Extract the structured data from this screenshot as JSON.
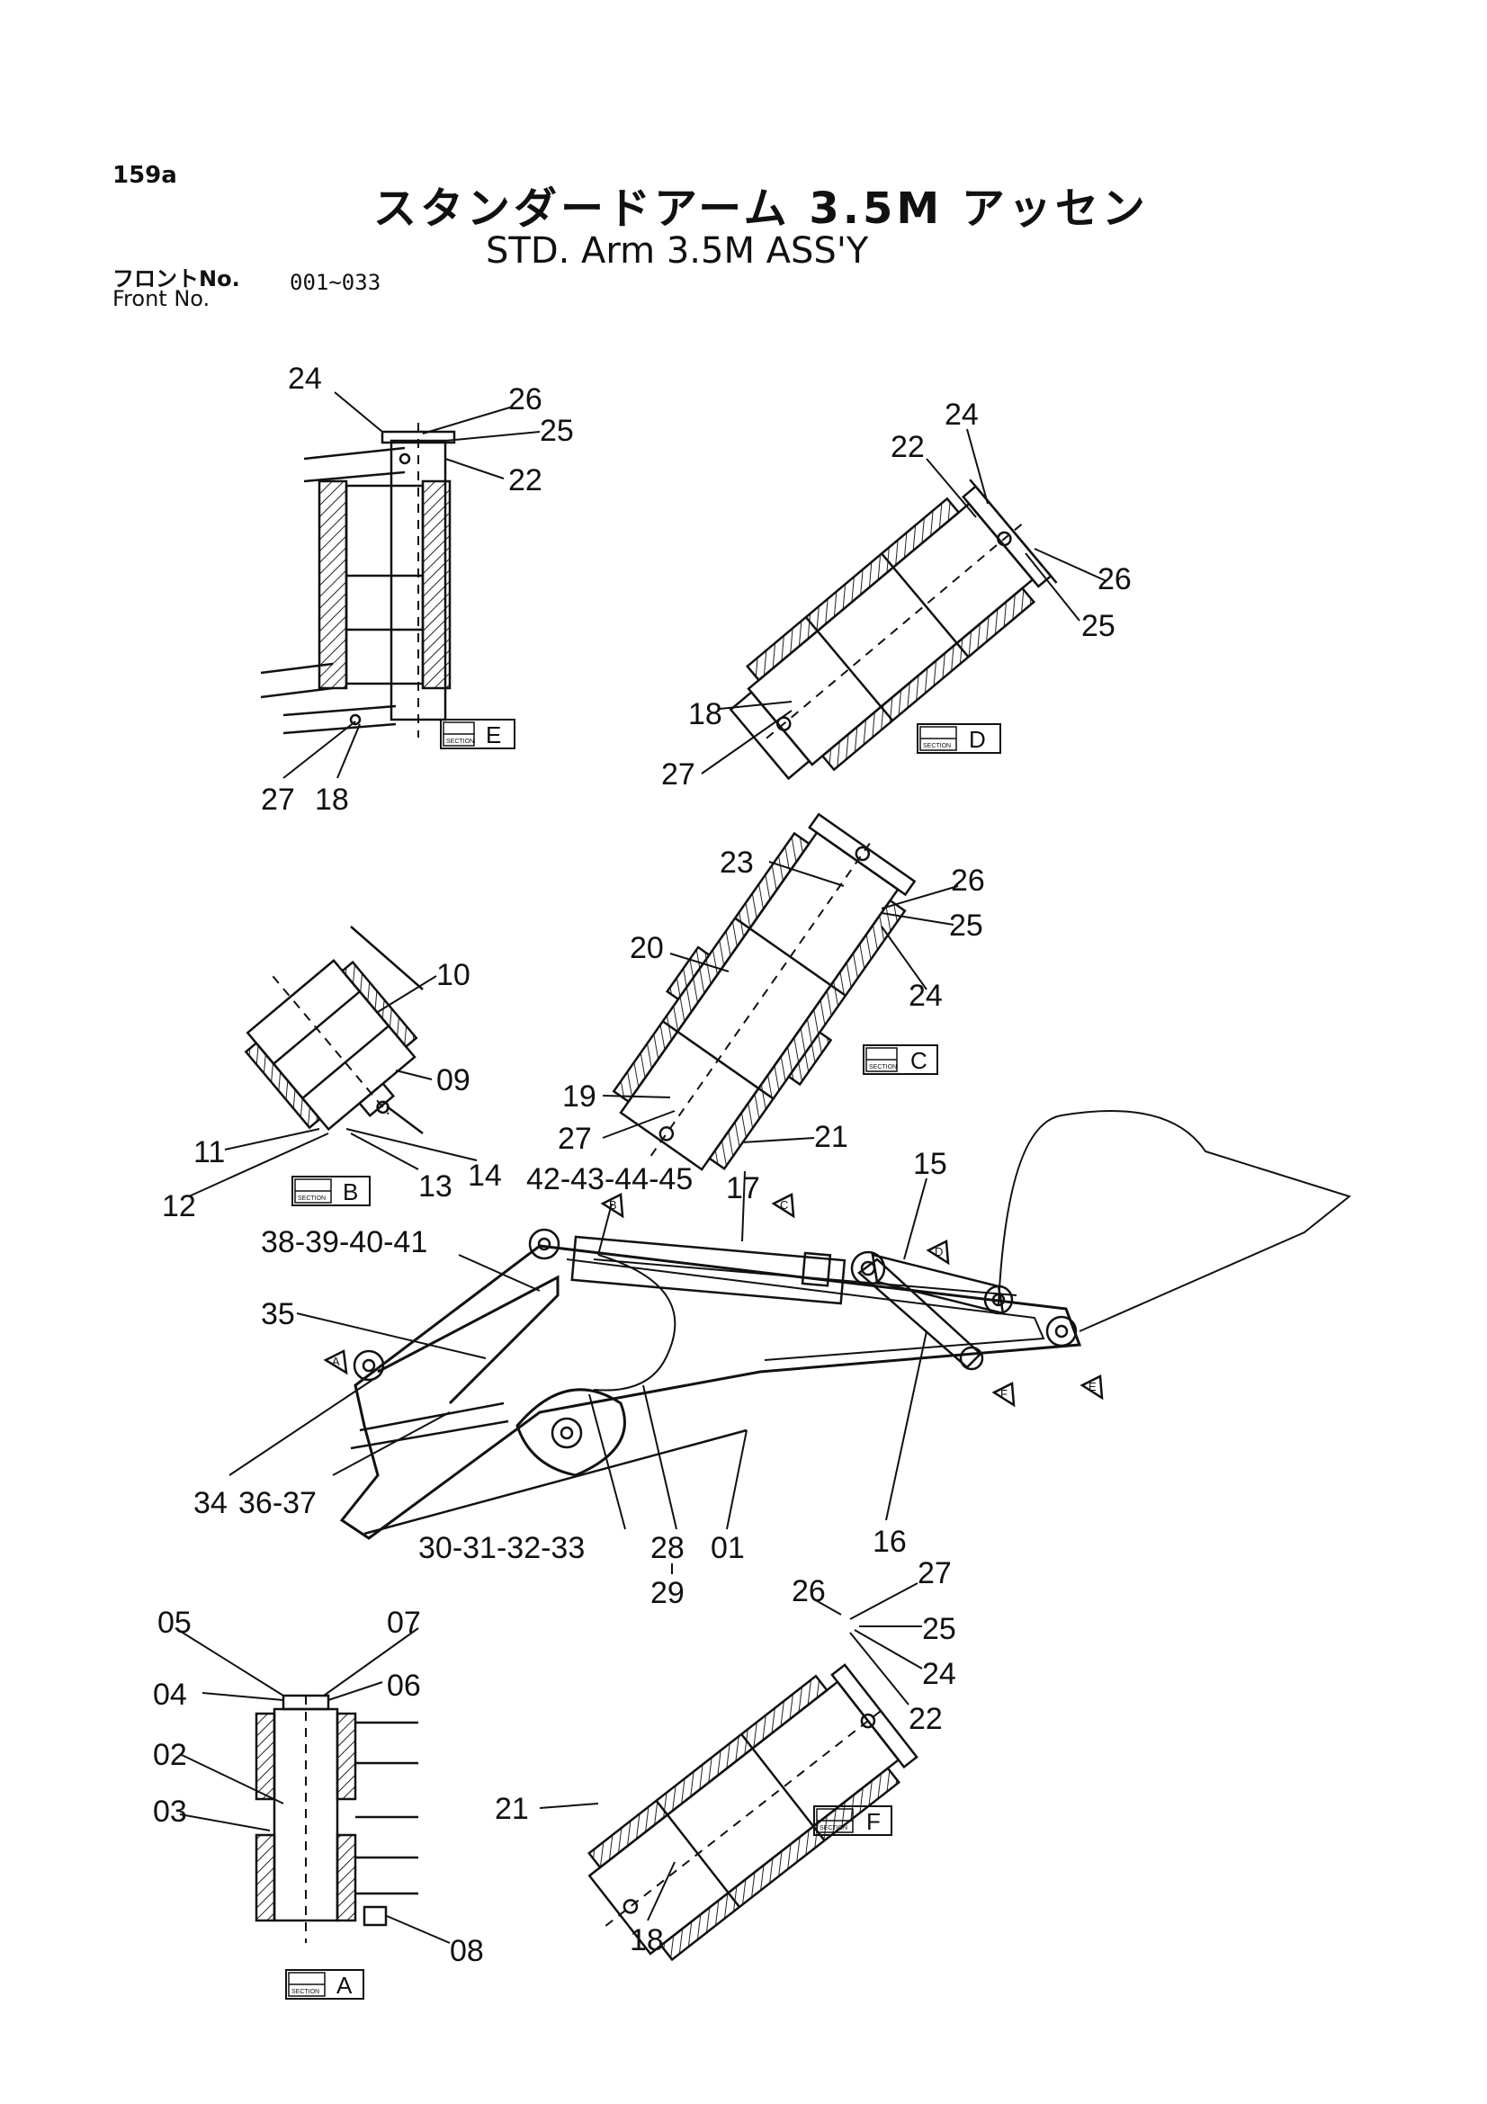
{
  "header": {
    "page_number": "159a",
    "title_jp": "スタンダードアーム 3.5M アッセン",
    "title_en": "STD. Arm 3.5M ASS'Y",
    "front_no_jp": "フロントNo.",
    "front_no_en": "Front No.",
    "front_no_range": "001~033"
  },
  "sections": {
    "A": {
      "letter": "A",
      "tag": "SECTION"
    },
    "B": {
      "letter": "B",
      "tag": "SECTION"
    },
    "C": {
      "letter": "C",
      "tag": "SECTION"
    },
    "D": {
      "letter": "D",
      "tag": "SECTION"
    },
    "E": {
      "letter": "E",
      "tag": "SECTION"
    },
    "F": {
      "letter": "F",
      "tag": "SECTION"
    }
  },
  "view_markers": {
    "A": "A",
    "B": "B",
    "C": "C",
    "D": "D",
    "E": "E",
    "F": "F"
  },
  "callouts": {
    "E": {
      "p24": "24",
      "p26": "26",
      "p25": "25",
      "p22": "22",
      "p27": "27",
      "p18": "18"
    },
    "D": {
      "p24": "24",
      "p22": "22",
      "p26": "26",
      "p25": "25",
      "p18": "18",
      "p27": "27"
    },
    "C": {
      "p23": "23",
      "p26": "26",
      "p25": "25",
      "p24": "24",
      "p20": "20",
      "p19": "19",
      "p27": "27",
      "p21": "21"
    },
    "B": {
      "p10": "10",
      "p09": "09",
      "p11": "11",
      "p12": "12",
      "p13": "13",
      "p14": "14"
    },
    "main": {
      "g42": "42-43-44-45",
      "p17": "17",
      "p15": "15",
      "g38": "38-39-40-41",
      "p35": "35",
      "p34": "34",
      "g36": "36-37",
      "g30": "30-31-32-33",
      "p28": "28",
      "p29": "29",
      "p01": "01",
      "p16": "16"
    },
    "A": {
      "p05": "05",
      "p07": "07",
      "p04": "04",
      "p06": "06",
      "p02": "02",
      "p03": "03",
      "p08": "08"
    },
    "F": {
      "p26": "26",
      "p27": "27",
      "p25": "25",
      "p24": "24",
      "p22": "22",
      "p21": "21",
      "p18": "18"
    }
  }
}
